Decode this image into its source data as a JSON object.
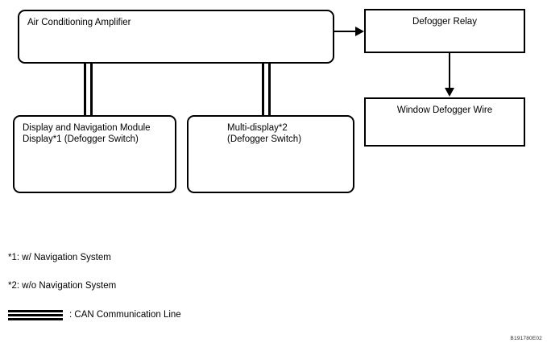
{
  "diagram": {
    "nodes": {
      "amplifier": {
        "label": "Air Conditioning Amplifier"
      },
      "defogger_relay": {
        "label": "Defogger Relay"
      },
      "window_defogger_wire": {
        "label": "Window Defogger Wire"
      },
      "display_nav_module": {
        "label": "Display and Navigation Module\nDisplay*1 (Defogger Switch)"
      },
      "multi_display": {
        "label": "Multi-display*2\n(Defogger Switch)"
      }
    },
    "legend": {
      "note1": "*1: w/ Navigation System",
      "note2": "*2: w/o Navigation System",
      "can_label": ": CAN Communication Line"
    },
    "figure_code": "B191780E02",
    "colors": {
      "line": "#000000",
      "background": "#ffffff"
    }
  }
}
